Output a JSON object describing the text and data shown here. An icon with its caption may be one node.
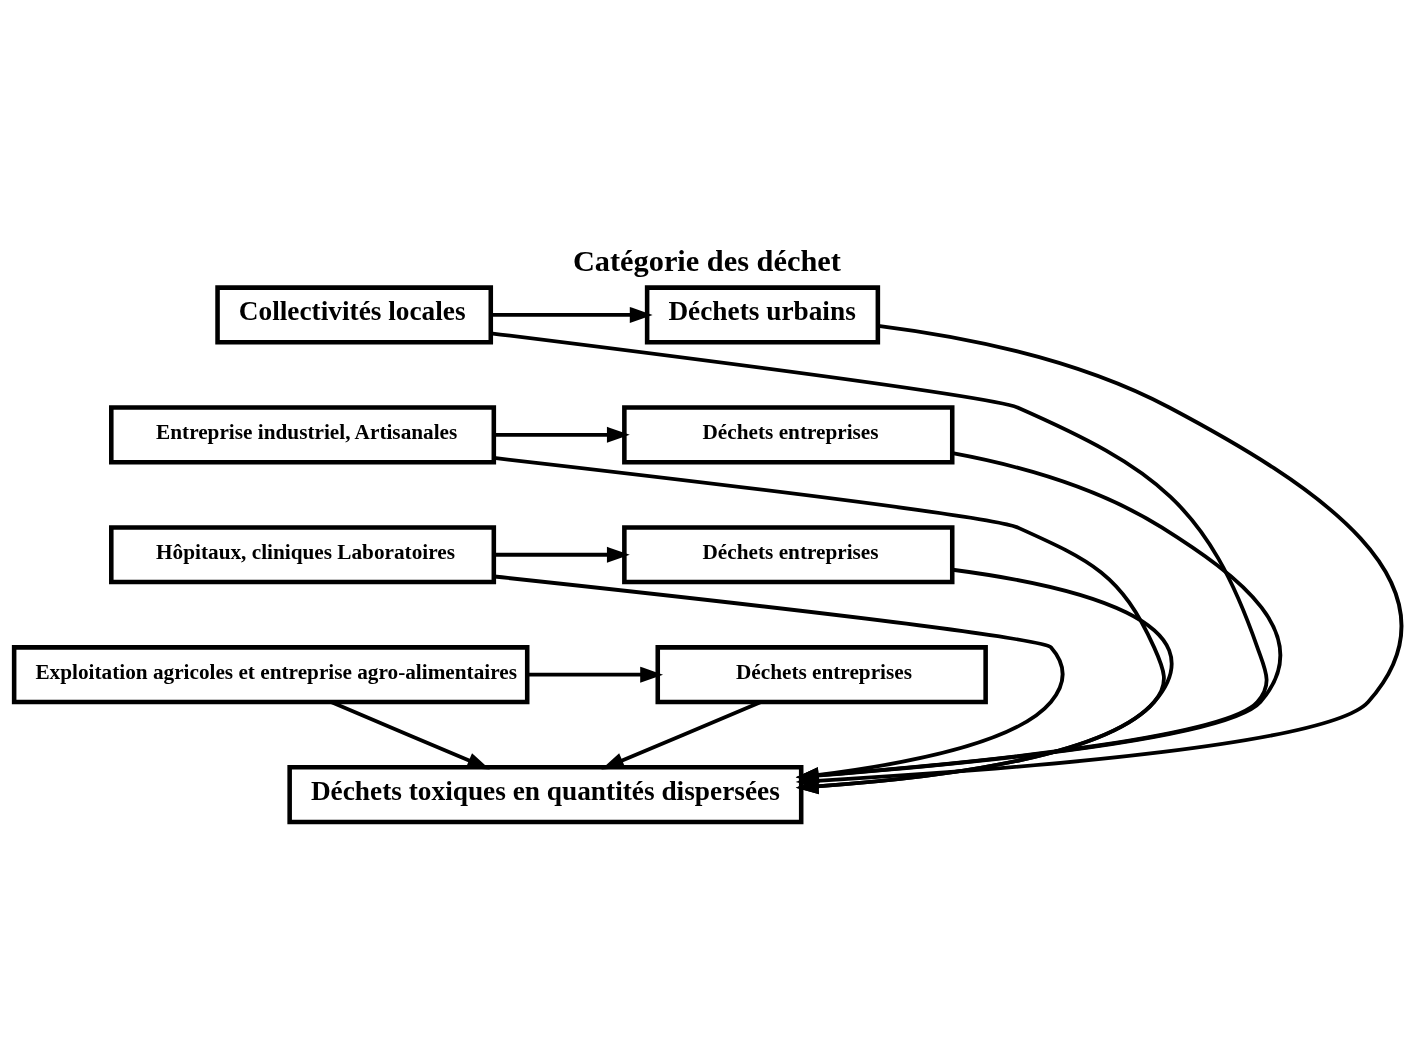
{
  "diagram": {
    "title": "Catégorie des déchet",
    "nodes": [
      {
        "text": [
          "Collectivités locales"
        ]
      },
      {
        "text": [
          "Déchets urbains"
        ]
      },
      {
        "text": [
          "Entreprise industriel, Artisanales"
        ]
      },
      {
        "text": [
          "Déchets entreprises"
        ]
      },
      {
        "text": [
          "Hôpitaux, cliniques Laboratoires"
        ]
      },
      {
        "text": [
          "Déchets entreprises"
        ]
      },
      {
        "text": [
          "Exploitation agricoles et entreprise agro-alimentaires"
        ]
      },
      {
        "text": [
          "Déchets entreprises"
        ]
      },
      {
        "text": [
          "Déchets toxiques en quantités dispersées"
        ]
      }
    ],
    "edges": [
      {
        "from": 0,
        "to": 1,
        "arrow": "to"
      },
      {
        "from": 2,
        "to": 3,
        "arrow": "to"
      },
      {
        "from": 4,
        "to": 5,
        "arrow": "to"
      },
      {
        "from": 6,
        "to": 7,
        "arrow": "to"
      },
      {
        "from": 0,
        "to": 8,
        "arrow": "to"
      },
      {
        "from": 2,
        "to": 8,
        "arrow": "to"
      },
      {
        "from": 4,
        "to": 8,
        "arrow": "to"
      },
      {
        "from": 6,
        "to": 8,
        "arrow": "to"
      },
      {
        "from": 1,
        "to": 8,
        "arrow": "to"
      },
      {
        "from": 3,
        "to": 8,
        "arrow": "to"
      },
      {
        "from": 5,
        "to": 8,
        "arrow": "to"
      },
      {
        "from": 7,
        "to": 8,
        "arrow": "to"
      }
    ]
  }
}
